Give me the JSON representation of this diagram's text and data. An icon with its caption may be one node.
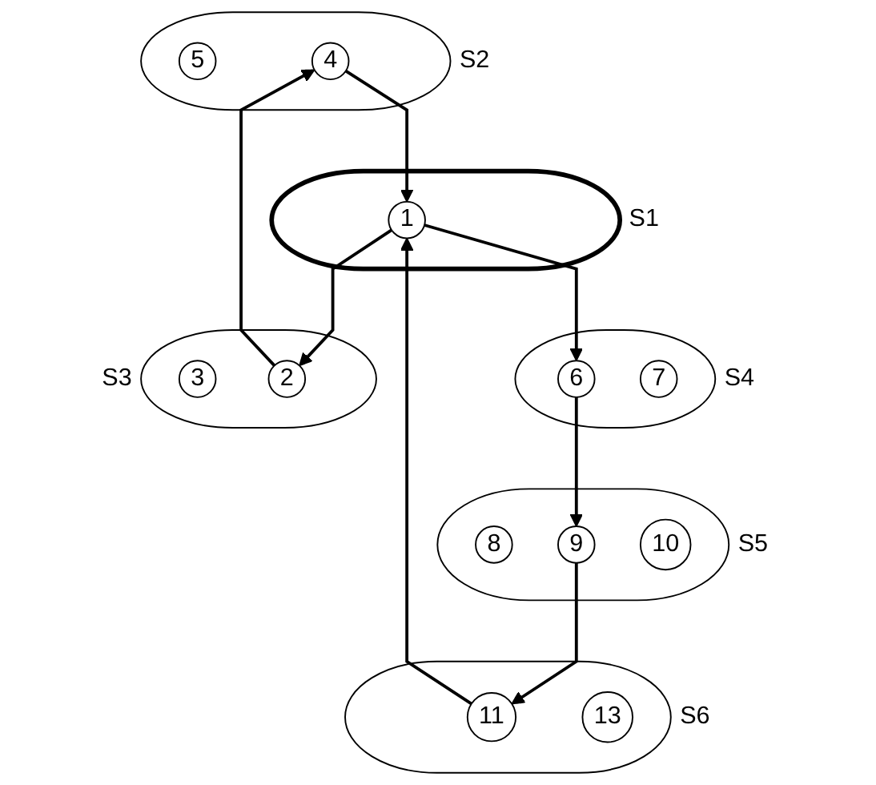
{
  "diagram": {
    "nodes": [
      {
        "text": [
          "S2"
        ]
      },
      {
        "text": [
          "5"
        ],
        "in": 0
      },
      {
        "text": [
          "4"
        ],
        "in": 0
      },
      {
        "text": [
          "S4"
        ]
      },
      {
        "text": [
          "6"
        ],
        "in": 3
      },
      {
        "text": [
          "7"
        ],
        "in": 3
      },
      {
        "text": [
          "S1"
        ]
      },
      {
        "text": [
          "1"
        ],
        "in": 6
      },
      {
        "text": [
          "S3"
        ]
      },
      {
        "text": [
          "3"
        ],
        "in": 8
      },
      {
        "text": [
          "2"
        ],
        "in": 8
      },
      {
        "text": [
          "S5"
        ]
      },
      {
        "text": [
          "8"
        ],
        "in": 11
      },
      {
        "text": [
          "9"
        ],
        "in": 11
      },
      {
        "text": [
          "10"
        ],
        "in": 11
      },
      {
        "text": [
          "S6"
        ]
      },
      {
        "text": [
          "11"
        ],
        "in": 15
      },
      {
        "text": [
          "13"
        ],
        "in": 15
      }
    ],
    "edges": [
      {
        "from": 2,
        "to": 7,
        "arrow": "to"
      },
      {
        "from": 7,
        "to": 4,
        "arrow": "to"
      },
      {
        "from": 4,
        "to": 13,
        "arrow": "to"
      },
      {
        "from": 13,
        "to": 16,
        "arrow": "to"
      },
      {
        "from": 16,
        "to": 7,
        "arrow": "to"
      },
      {
        "from": 7,
        "to": 10,
        "arrow": "to"
      },
      {
        "from": 10,
        "to": 2,
        "arrow": "to"
      }
    ]
  }
}
